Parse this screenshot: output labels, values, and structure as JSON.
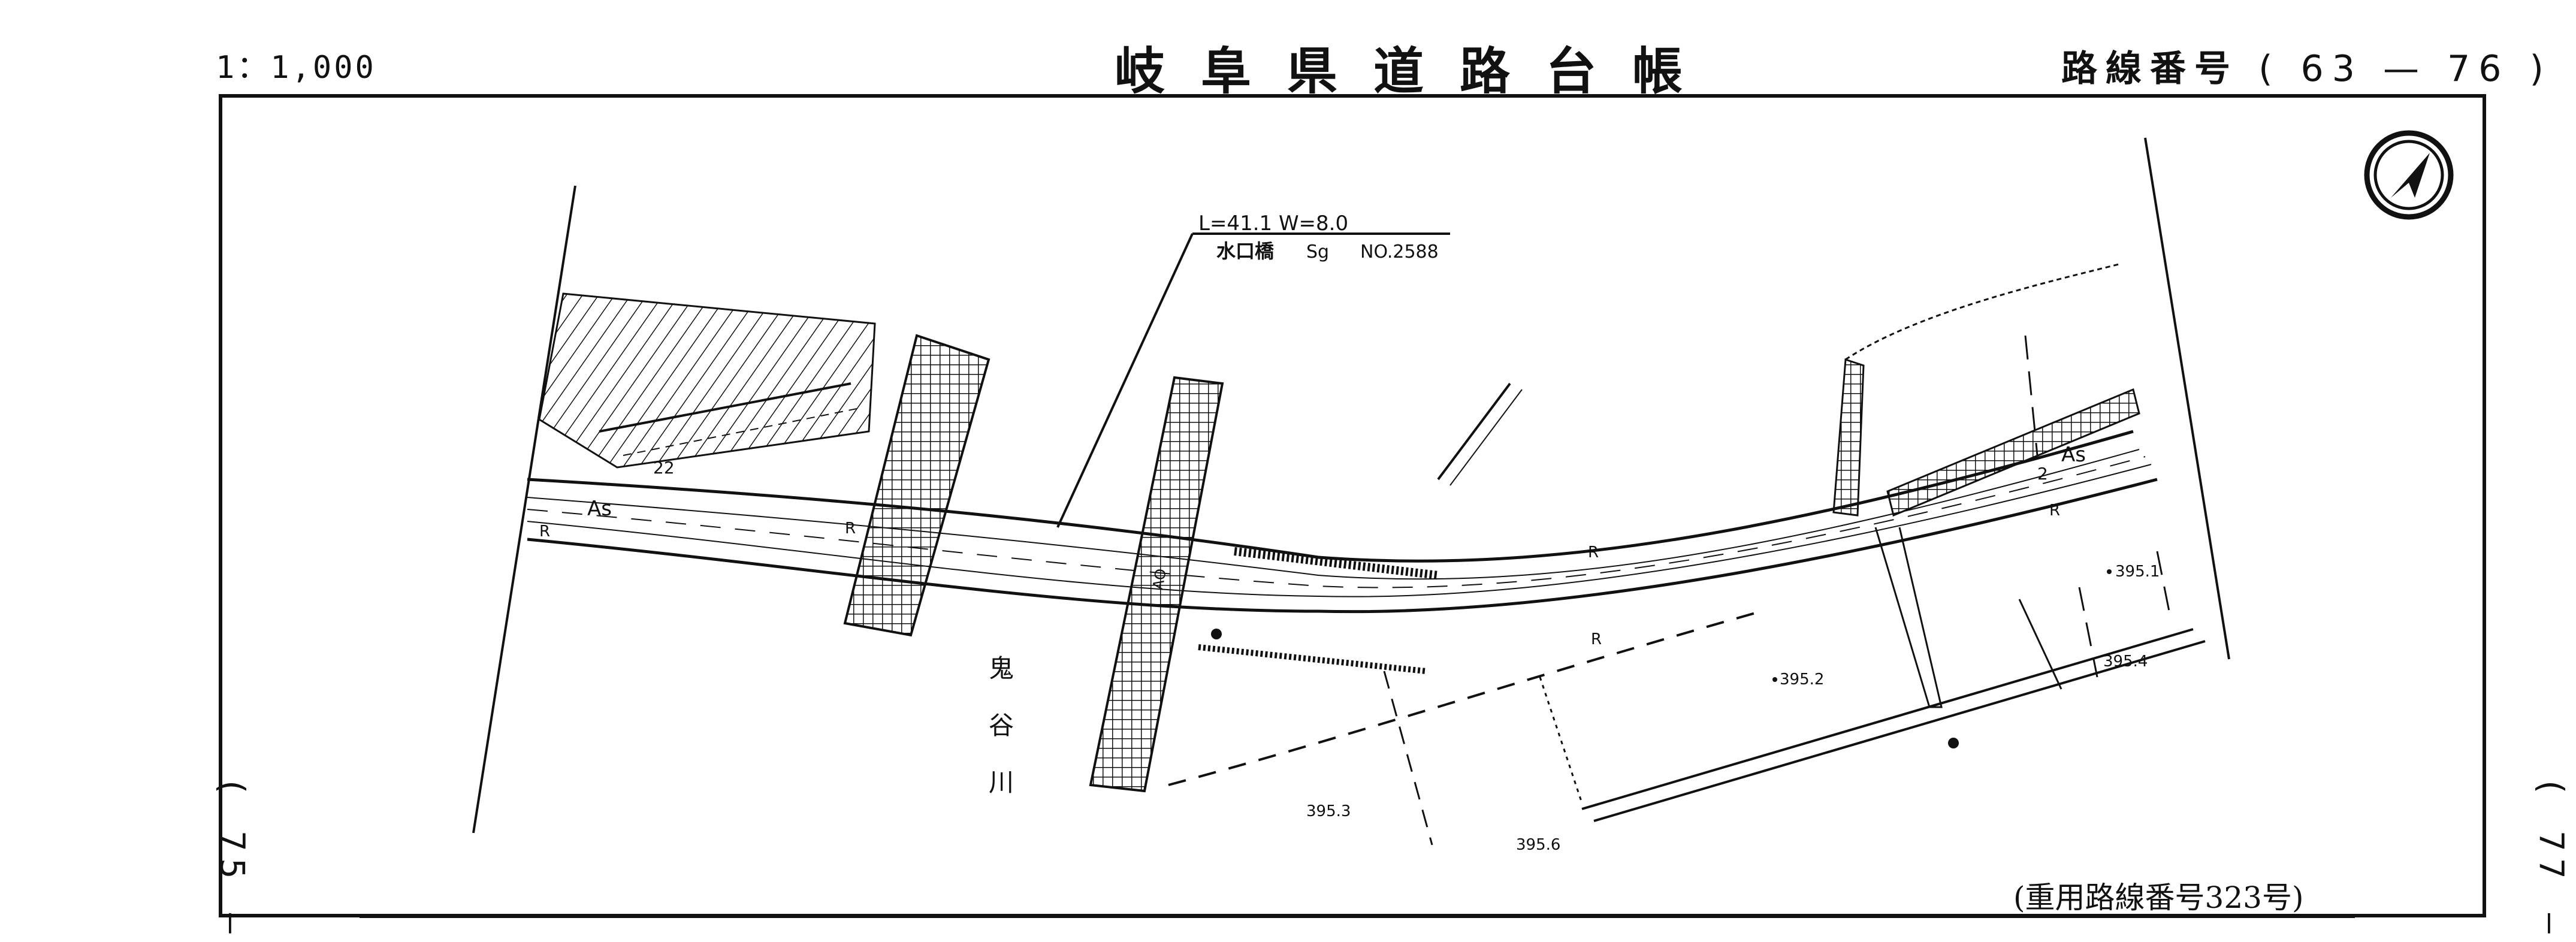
{
  "header": {
    "scale": "1：1,000",
    "title": "岐阜県道路台帳",
    "route_label": "路線番号",
    "route_value": "( 63 — 76 )"
  },
  "page_marks": {
    "left": "( 75 —",
    "right": "( 77 —"
  },
  "bridge": {
    "dimensions": "L=41.1  W=8.0",
    "name": "水口橋",
    "type": "Sg",
    "number": "NO.2588"
  },
  "river": {
    "name_chars": [
      "鬼",
      "谷",
      "川"
    ]
  },
  "labels": {
    "surface": "As",
    "km_post": "22",
    "km_post_2": "2",
    "r": "R",
    "ao": "AO"
  },
  "elevations": [
    "395.1",
    "395.2",
    "395.3",
    "395.4",
    "395.6"
  ],
  "overlap_note": "(重用路線番号323号)",
  "north_icon": "north-arrow-icon"
}
